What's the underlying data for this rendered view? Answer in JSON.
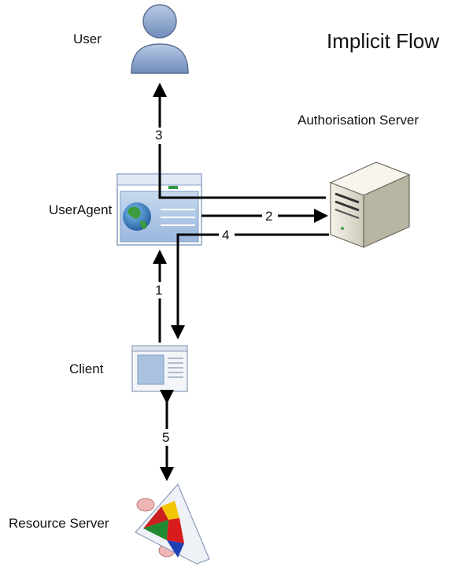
{
  "title": "Implicit Flow",
  "nodes": {
    "user": {
      "label": "User",
      "icon": "user-icon"
    },
    "auth_server": {
      "label": "Authorisation Server",
      "icon": "server-icon"
    },
    "user_agent": {
      "label": "UserAgent",
      "icon": "browser-icon"
    },
    "client": {
      "label": "Client",
      "icon": "client-app-icon"
    },
    "resource_server": {
      "label": "Resource Server",
      "icon": "resource-server-icon"
    }
  },
  "steps": {
    "s1": "1",
    "s2": "2",
    "s3": "3",
    "s4": "4",
    "s5": "5"
  },
  "colors": {
    "arrow": "#000000",
    "user_body": "#8aa4cc",
    "globe_blue": "#2f6fb3",
    "globe_green": "#3c9b3c",
    "server_body": "#e9e6da"
  }
}
